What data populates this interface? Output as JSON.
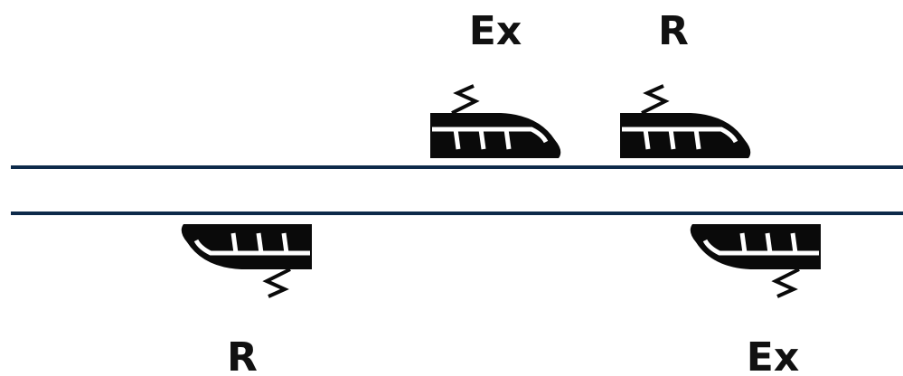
{
  "colors": {
    "track": "#0d2a4a",
    "train": "#0a0a0a",
    "label": "#111111",
    "background": "#ffffff"
  },
  "trains": {
    "upper_left": {
      "label": "Ex",
      "direction": "right",
      "icon": "train-icon"
    },
    "upper_right": {
      "label": "R",
      "direction": "right",
      "icon": "train-icon"
    },
    "lower_left": {
      "label": "R",
      "direction": "left",
      "icon": "train-icon"
    },
    "lower_right": {
      "label": "Ex",
      "direction": "left",
      "icon": "train-icon"
    }
  },
  "tracks": [
    "upper-track",
    "lower-track"
  ]
}
